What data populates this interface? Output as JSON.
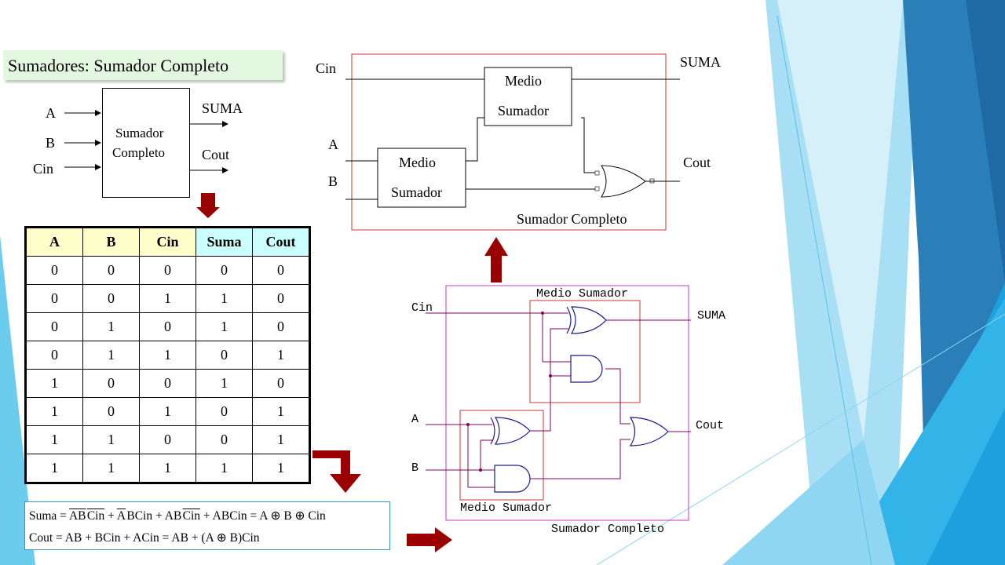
{
  "title": "Sumadores: Sumador Completo",
  "block": {
    "inputs": [
      "A",
      "B",
      "Cin"
    ],
    "name_line1": "Sumador",
    "name_line2": "Completo",
    "outputs": [
      "SUMA",
      "Cout"
    ]
  },
  "truth_table": {
    "headers": [
      "A",
      "B",
      "Cin",
      "Suma",
      "Cout"
    ],
    "rows": [
      [
        "0",
        "0",
        "0",
        "0",
        "0"
      ],
      [
        "0",
        "0",
        "1",
        "1",
        "0"
      ],
      [
        "0",
        "1",
        "0",
        "1",
        "0"
      ],
      [
        "0",
        "1",
        "1",
        "0",
        "1"
      ],
      [
        "1",
        "0",
        "0",
        "1",
        "0"
      ],
      [
        "1",
        "0",
        "1",
        "0",
        "1"
      ],
      [
        "1",
        "1",
        "0",
        "0",
        "1"
      ],
      [
        "1",
        "1",
        "1",
        "1",
        "1"
      ]
    ]
  },
  "formulas": {
    "suma_lhs": "Suma =",
    "suma_t1_a": "A",
    "suma_t1_b": "B",
    "suma_t1_c": "Cin",
    "plus": "+",
    "suma_t2_a": "A",
    "suma_t2_b": "BCin",
    "suma_t3_a": "AB",
    "suma_t3_b": "Cin",
    "suma_t4": "ABCin",
    "suma_rhs": "= A ⊕ B ⊕ Cin",
    "cout_line": "Cout = AB + BCin + ACin = AB + (A ⊕ B)Cin"
  },
  "block_diagram": {
    "cin": "Cin",
    "a": "A",
    "b": "B",
    "ha_line1": "Medio",
    "ha_line2": "Sumador",
    "suma": "SUMA",
    "cout": "Cout",
    "caption": "Sumador Completo"
  },
  "gate_diagram": {
    "cin": "Cin",
    "a": "A",
    "b": "B",
    "suma": "SUMA",
    "cout": "Cout",
    "ha_top": "Medio Sumador",
    "ha_bottom": "Medio Sumador",
    "caption": "Sumador Completo"
  },
  "colors": {
    "arrow": "#9b0000",
    "title_bg": "#e4f7e0",
    "gate_frame": "#cc33cc",
    "ha_frame": "#cc3333",
    "wire": "#800060",
    "gate": "#1a1a8c"
  }
}
